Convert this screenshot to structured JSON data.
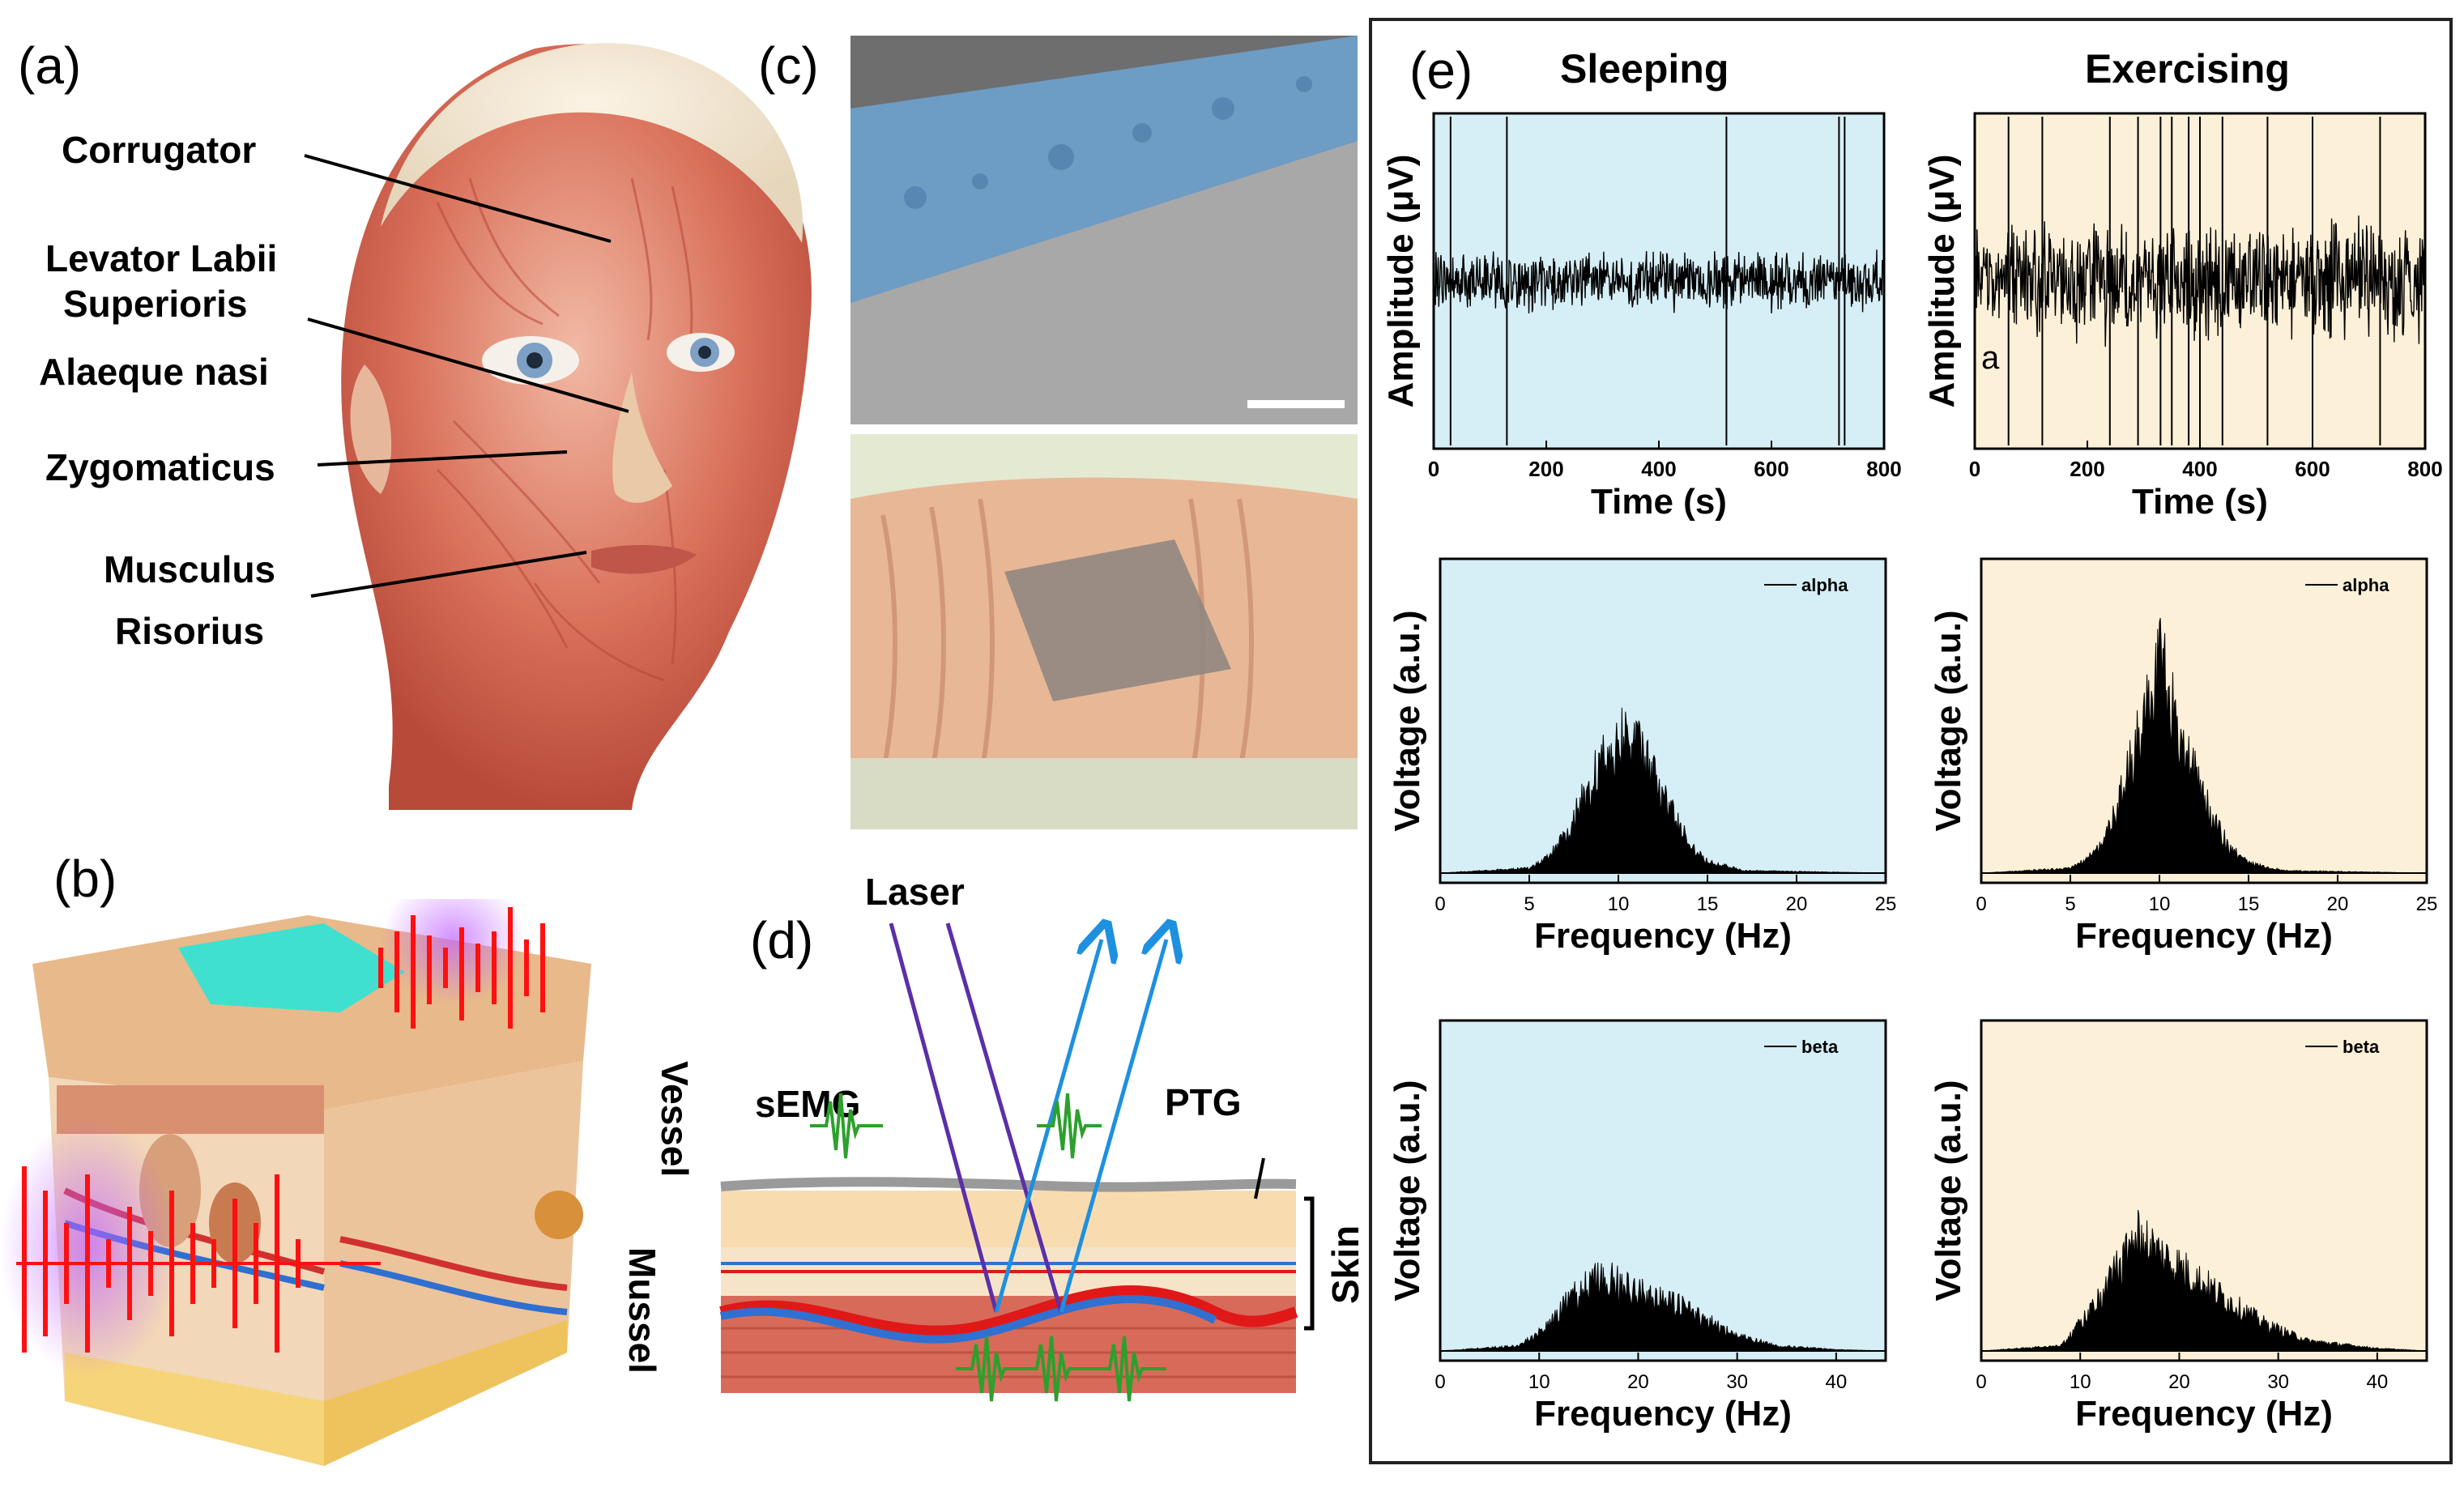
{
  "panels": {
    "a": {
      "label": "(a)",
      "muscles": [
        "Corrugator",
        "Levator Labii",
        "Superioris",
        "Alaeque nasi",
        "Zygomaticus",
        "Musculus",
        "Risorius"
      ]
    },
    "b": {
      "label": "(b)"
    },
    "c": {
      "label": "(c)"
    },
    "d": {
      "label": "(d)",
      "labels": {
        "laser": "Laser",
        "semg": "sEMG",
        "ptg": "PTG",
        "vessel": "Vessel",
        "mussel": "Mussel",
        "skin": "Skin"
      }
    },
    "e": {
      "label": "(e)",
      "col_titles": [
        "Sleeping",
        "Exercising"
      ],
      "inset_letter": "a"
    }
  },
  "colors": {
    "sleep_bg": "#d6eef6",
    "exercise_bg": "#fcf0d8",
    "muscle_red": "#d2604a",
    "skin_tone": "#f0c8a0",
    "semg_green": "#2ca02c",
    "laser_purple": "#5b2fa8",
    "reflect_blue": "#1e90e0",
    "signal_red": "#ff1010"
  },
  "chart_data": [
    {
      "type": "line",
      "id": "sleep-time",
      "xlabel": "Time (s)",
      "ylabel": "Amplitude (μV)",
      "xlim": [
        0,
        800
      ],
      "xticks": [
        0,
        200,
        400,
        600,
        800
      ],
      "series": [
        {
          "values": []
        }
      ]
    },
    {
      "type": "line",
      "id": "exercise-time",
      "xlabel": "Time (s)",
      "ylabel": "Amplitude (μV)",
      "xlim": [
        0,
        800
      ],
      "xticks": [
        0,
        200,
        400,
        600,
        800
      ],
      "series": [
        {
          "values": []
        }
      ]
    },
    {
      "type": "area",
      "id": "sleep-alpha",
      "xlabel": "Frequency (Hz)",
      "ylabel": "Voltage (a.u.)",
      "xlim": [
        0,
        25
      ],
      "xticks": [
        0,
        5,
        10,
        15,
        20,
        25
      ],
      "series": [
        {
          "name": "alpha",
          "values": [
            [
              0,
              0.0
            ],
            [
              5,
              0.02
            ],
            [
              6,
              0.06
            ],
            [
              7,
              0.15
            ],
            [
              8,
              0.3
            ],
            [
              9,
              0.45
            ],
            [
              10,
              0.55
            ],
            [
              10.5,
              0.6
            ],
            [
              11,
              0.52
            ],
            [
              12,
              0.4
            ],
            [
              13,
              0.25
            ],
            [
              14,
              0.12
            ],
            [
              15,
              0.05
            ],
            [
              17,
              0.01
            ],
            [
              25,
              0.0
            ]
          ]
        }
      ]
    },
    {
      "type": "area",
      "id": "exercise-alpha",
      "xlabel": "Frequency (Hz)",
      "ylabel": "Voltage (a.u.)",
      "xlim": [
        0,
        25
      ],
      "xticks": [
        0,
        5,
        10,
        15,
        20,
        25
      ],
      "series": [
        {
          "name": "alpha",
          "values": [
            [
              0,
              0.0
            ],
            [
              5,
              0.02
            ],
            [
              6,
              0.06
            ],
            [
              7,
              0.15
            ],
            [
              8,
              0.35
            ],
            [
              9,
              0.6
            ],
            [
              9.5,
              0.75
            ],
            [
              10,
              0.9
            ],
            [
              10.5,
              0.75
            ],
            [
              11,
              0.6
            ],
            [
              12,
              0.4
            ],
            [
              13,
              0.22
            ],
            [
              14,
              0.1
            ],
            [
              15,
              0.04
            ],
            [
              17,
              0.01
            ],
            [
              25,
              0.0
            ]
          ]
        }
      ]
    },
    {
      "type": "area",
      "id": "sleep-beta",
      "xlabel": "Frequency (Hz)",
      "ylabel": "Voltage (a.u.)",
      "xlim": [
        0,
        45
      ],
      "xticks": [
        0,
        10,
        20,
        30,
        40
      ],
      "series": [
        {
          "name": "beta",
          "values": [
            [
              0,
              0.0
            ],
            [
              8,
              0.02
            ],
            [
              11,
              0.1
            ],
            [
              13,
              0.2
            ],
            [
              15,
              0.27
            ],
            [
              17,
              0.28
            ],
            [
              19,
              0.25
            ],
            [
              21,
              0.22
            ],
            [
              24,
              0.18
            ],
            [
              27,
              0.12
            ],
            [
              30,
              0.06
            ],
            [
              34,
              0.02
            ],
            [
              40,
              0.005
            ],
            [
              45,
              0.0
            ]
          ]
        }
      ]
    },
    {
      "type": "area",
      "id": "exercise-beta",
      "xlabel": "Frequency (Hz)",
      "ylabel": "Voltage (a.u.)",
      "xlim": [
        0,
        45
      ],
      "xticks": [
        0,
        10,
        20,
        30,
        40
      ],
      "series": [
        {
          "name": "beta",
          "values": [
            [
              0,
              0.0
            ],
            [
              8,
              0.02
            ],
            [
              11,
              0.15
            ],
            [
              13,
              0.28
            ],
            [
              15,
              0.4
            ],
            [
              16,
              0.45
            ],
            [
              18,
              0.38
            ],
            [
              20,
              0.33
            ],
            [
              23,
              0.25
            ],
            [
              26,
              0.17
            ],
            [
              29,
              0.1
            ],
            [
              33,
              0.04
            ],
            [
              40,
              0.01
            ],
            [
              45,
              0.0
            ]
          ]
        }
      ]
    }
  ]
}
